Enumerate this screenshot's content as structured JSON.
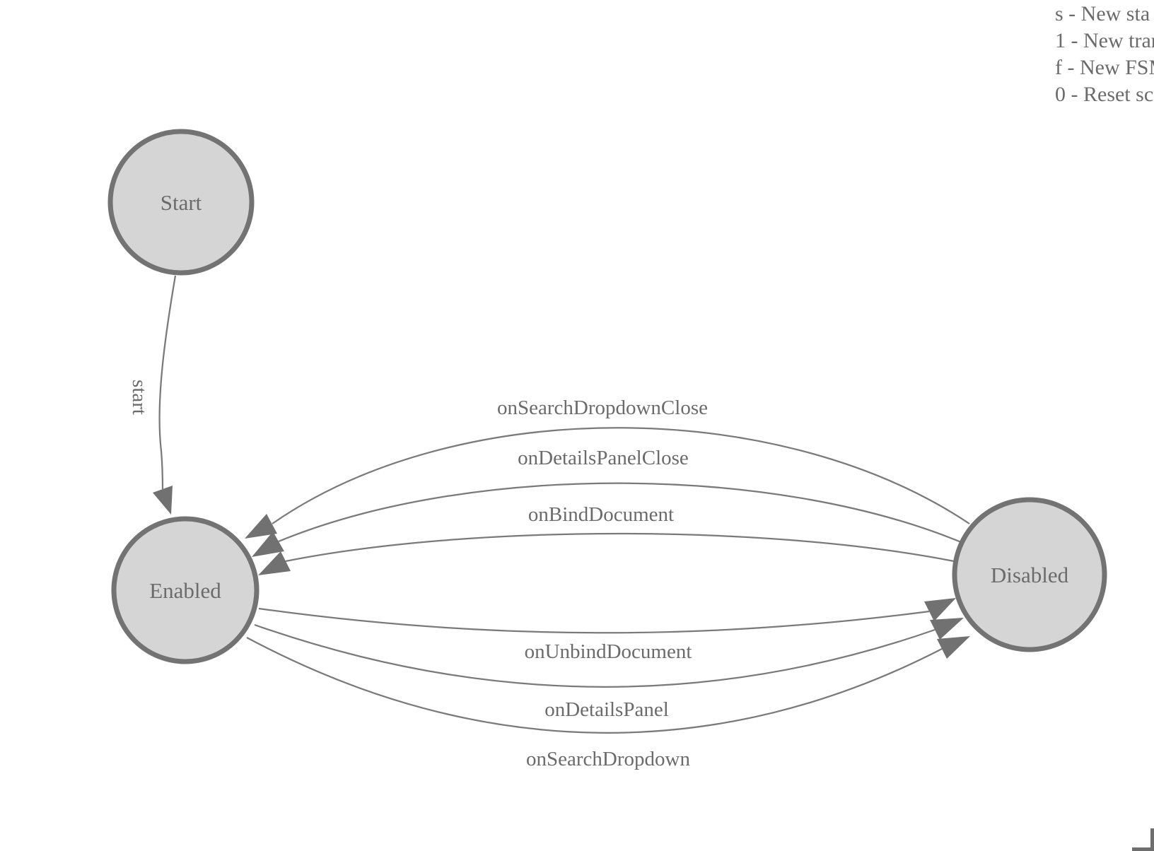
{
  "colors": {
    "background": "#ffffff",
    "node_fill": "#d5d5d5",
    "node_stroke": "#737373",
    "edge_stroke": "#7a7a7a",
    "arrow_fill": "#717171",
    "text": "#6b6b6b"
  },
  "legend": {
    "lines": [
      "s - New sta",
      "1 - New tran",
      "f - New FSM",
      "0 - Reset sc"
    ]
  },
  "nodes": {
    "start": {
      "label": "Start"
    },
    "enabled": {
      "label": "Enabled"
    },
    "disabled": {
      "label": "Disabled"
    }
  },
  "edges": {
    "start": {
      "label": "start",
      "from": "Start",
      "to": "Enabled"
    },
    "onSearchDropdownClose": {
      "label": "onSearchDropdownClose",
      "from": "Disabled",
      "to": "Enabled"
    },
    "onDetailsPanelClose": {
      "label": "onDetailsPanelClose",
      "from": "Disabled",
      "to": "Enabled"
    },
    "onBindDocument": {
      "label": "onBindDocument",
      "from": "Disabled",
      "to": "Enabled"
    },
    "onUnbindDocument": {
      "label": "onUnbindDocument",
      "from": "Enabled",
      "to": "Disabled"
    },
    "onDetailsPanel": {
      "label": "onDetailsPanel",
      "from": "Enabled",
      "to": "Disabled"
    },
    "onSearchDropdown": {
      "label": "onSearchDropdown",
      "from": "Enabled",
      "to": "Disabled"
    }
  }
}
